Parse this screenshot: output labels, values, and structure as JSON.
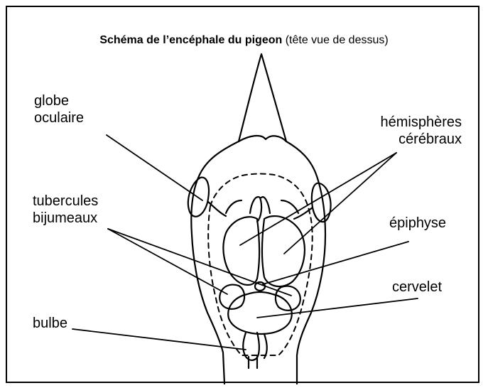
{
  "title": {
    "main": "Schéma de l’encéphale du pigeon",
    "sub": "(tête vue de dessus)"
  },
  "labels": {
    "globe_line1": "globe",
    "globe_line2": "oculaire",
    "hemi_line1": "hémisphères",
    "hemi_line2": "cérébraux",
    "tub_line1": "tubercules",
    "tub_line2": "bijumeaux",
    "epiphyse": "épiphyse",
    "cervelet": "cervelet",
    "bulbe": "bulbe"
  },
  "colors": {
    "ink": "#000000",
    "background": "#ffffff"
  }
}
